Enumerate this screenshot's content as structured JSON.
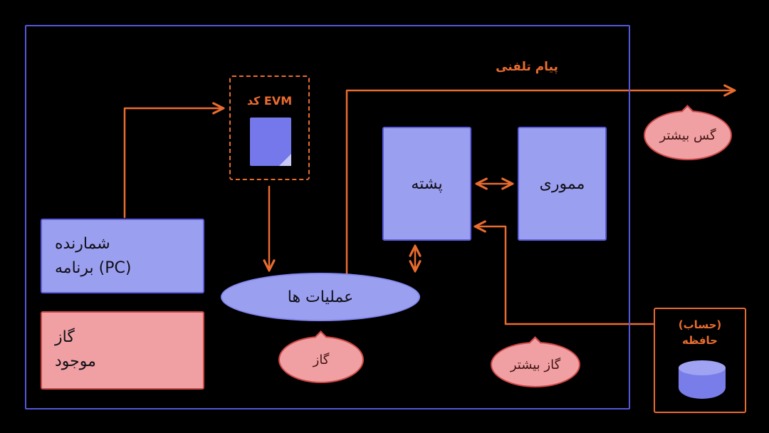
{
  "colors": {
    "background": "#000000",
    "frame_border": "#5457D8",
    "box_fill": "#9B9FEF",
    "box_border": "#5A5EDF",
    "red_fill": "#F0A0A2",
    "red_border": "#CE4747",
    "orange": "#E96C2F",
    "icon_blue": "#7478EA",
    "icon_blue_light": "#C7C9F6",
    "cylinder_body": "#797DE9",
    "cylinder_top": "#A0A3F1",
    "text_dark": "#101018"
  },
  "evm_code": {
    "label": "کد EVM"
  },
  "stack": {
    "label": "پشته"
  },
  "memory": {
    "label": "مموری"
  },
  "pc": {
    "lines": [
      "شمارنده",
      "برنامه (PC)"
    ]
  },
  "gas_available": {
    "lines": [
      "گاز",
      "موجود"
    ]
  },
  "operations": {
    "label": "عملیات ها"
  },
  "gas_bubble": {
    "label": "گاز"
  },
  "more_gas_bubble": {
    "label": "گاز بیشتر"
  },
  "top_gas_bubble": {
    "label": "گس بیشتر"
  },
  "log_label": "پیام تلفنی",
  "storage": {
    "lines": [
      "(حساب)",
      "حافظه"
    ]
  },
  "icons": {
    "document": "document-with-folded-corner",
    "database": "database-cylinder"
  }
}
